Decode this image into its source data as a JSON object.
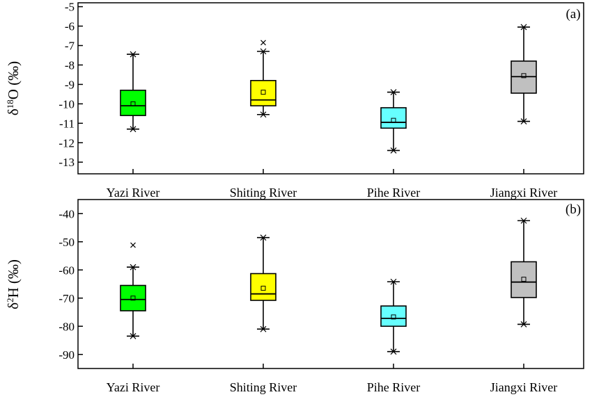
{
  "chart_data": [
    {
      "type": "box",
      "panel_label": "(a)",
      "ylabel_base": "δ",
      "ylabel_sup": "18",
      "ylabel_rest": "O (‰)",
      "categories": [
        "Yazi River",
        "Shiting River",
        "Pihe River",
        "Jiangxi River"
      ],
      "ylim": [
        -13.6,
        -4.8
      ],
      "yticks": [
        -13,
        -12,
        -11,
        -10,
        -9,
        -8,
        -7,
        -6,
        -5
      ],
      "grid": false,
      "boxes": [
        {
          "whisker_low": -11.3,
          "q1": -10.6,
          "median": -10.1,
          "q3": -9.3,
          "whisker_high": -7.45,
          "mean": -10.0,
          "outliers": [],
          "color": "#00ff00"
        },
        {
          "whisker_low": -10.55,
          "q1": -10.1,
          "median": -9.8,
          "q3": -8.8,
          "whisker_high": -7.3,
          "mean": -9.4,
          "outliers": [
            -6.85
          ],
          "color": "#ffff00"
        },
        {
          "whisker_low": -12.4,
          "q1": -11.25,
          "median": -10.95,
          "q3": -10.2,
          "whisker_high": -9.4,
          "mean": -10.85,
          "outliers": [],
          "color": "#66ffff"
        },
        {
          "whisker_low": -10.9,
          "q1": -9.45,
          "median": -8.6,
          "q3": -7.8,
          "whisker_high": -6.05,
          "mean": -8.55,
          "outliers": [],
          "color": "#c0c0c0"
        }
      ]
    },
    {
      "type": "box",
      "panel_label": "(b)",
      "ylabel_base": "δ",
      "ylabel_sup": "2",
      "ylabel_rest": "H (‰)",
      "categories": [
        "Yazi River",
        "Shiting River",
        "Pihe River",
        "Jiangxi River"
      ],
      "ylim": [
        -95,
        -35
      ],
      "yticks": [
        -90,
        -80,
        -70,
        -60,
        -50,
        -40
      ],
      "grid": false,
      "boxes": [
        {
          "whisker_low": -83.5,
          "q1": -74.5,
          "median": -70.5,
          "q3": -65.5,
          "whisker_high": -59.0,
          "mean": -70.0,
          "outliers": [
            -51.2
          ],
          "color": "#00ff00"
        },
        {
          "whisker_low": -81.0,
          "q1": -70.8,
          "median": -68.5,
          "q3": -61.3,
          "whisker_high": -48.5,
          "mean": -66.5,
          "outliers": [],
          "color": "#ffff00"
        },
        {
          "whisker_low": -89.0,
          "q1": -80.0,
          "median": -77.2,
          "q3": -72.8,
          "whisker_high": -64.2,
          "mean": -76.7,
          "outliers": [],
          "color": "#66ffff"
        },
        {
          "whisker_low": -79.3,
          "q1": -69.8,
          "median": -64.3,
          "q3": -57.1,
          "whisker_high": -42.5,
          "mean": -63.3,
          "outliers": [],
          "color": "#c0c0c0"
        }
      ]
    }
  ]
}
